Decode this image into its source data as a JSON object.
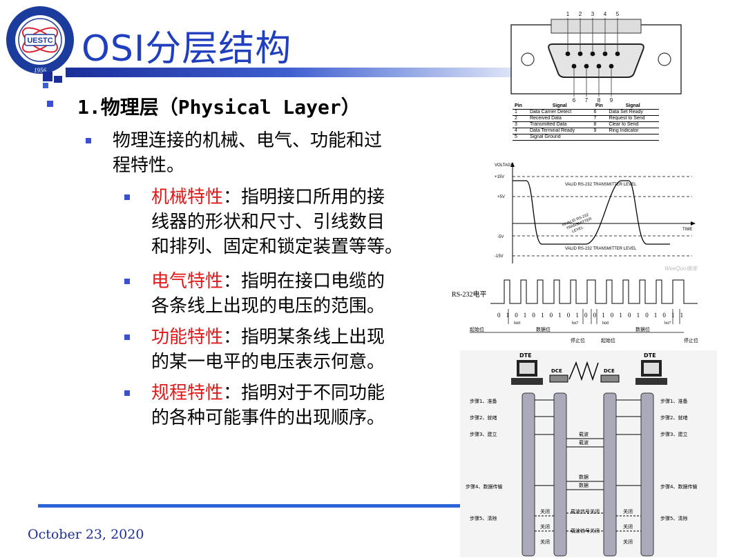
{
  "slide": {
    "title": "OSI分层结构",
    "logo_text": "UESTC",
    "logo_year": "1956",
    "date": "October 23, 2020"
  },
  "content": {
    "level1": "1.物理层（Physical Layer）",
    "level2": [
      "物理连接的机械、电气、功能和过",
      "程特性。"
    ],
    "items": [
      {
        "term": "机械特性",
        "line1": "：指明接口所用的接",
        "line2": "线器的形状和尺寸、引线数目",
        "line3": "和排列、固定和锁定装置等等。"
      },
      {
        "term": "电气特性",
        "line1": "：指明在接口电缆的",
        "line2": "各条线上出现的电压的范围。"
      },
      {
        "term": "功能特性",
        "line1": "：指明某条线上出现",
        "line2": "的某一电平的电压表示何意。"
      },
      {
        "term": "规程特性",
        "line1": "：指明对于不同功能",
        "line2": "的各种可能事件的出现顺序。"
      }
    ]
  },
  "connector_figure": {
    "top_pins": [
      "1",
      "2",
      "3",
      "4",
      "5"
    ],
    "bottom_pins": [
      "6",
      "7",
      "8",
      "9"
    ],
    "table_headers": [
      "Pin",
      "Signal",
      "Pin",
      "Signal"
    ],
    "rows": [
      [
        "1",
        "Data Carrier Detect",
        "6",
        "Data Set Ready"
      ],
      [
        "2",
        "Received Data",
        "7",
        "Request to Send"
      ],
      [
        "3",
        "Transmitted Data",
        "8",
        "Clear to Send"
      ],
      [
        "4",
        "Data Terminal Ready",
        "9",
        "Ring Indicator"
      ],
      [
        "5",
        "Signal Ground",
        "",
        ""
      ]
    ]
  },
  "voltage_figure": {
    "ylabel": "VOLTAGE",
    "xlabel": "TIME",
    "ticks": [
      "+15V",
      "+5V",
      "-5V",
      "-15V"
    ],
    "valid_label": "VALID RS-232 TRANSMITTER LEVEL",
    "invalid_label": [
      "INVALID RS-232",
      "TRANSMITTER",
      "LEVEL"
    ],
    "watermark": "WeeQoo维库"
  },
  "signal_figure": {
    "label": "RS-232电平",
    "bits": [
      "0",
      "1",
      "0",
      "1",
      "0",
      "1",
      "0",
      "1",
      "0",
      "1",
      "0",
      "0",
      "1",
      "0",
      "1",
      "0",
      "1",
      "0",
      "1",
      "0",
      "1",
      "1"
    ],
    "bit0_label": "bit0",
    "bit7_label": "bit7",
    "start_label": "起始位",
    "data_label": "数据位",
    "stop_label": "停止位"
  },
  "handshake_figure": {
    "dte": "DTE",
    "dce": "DCE",
    "left_steps": [
      "步骤1、准备",
      "步骤2、就绪",
      "步骤3、建立",
      "步骤4、数据传输",
      "步骤5、清除"
    ],
    "right_steps": [
      "步骤1、准备",
      "步骤2、就绪",
      "步骤3、建立",
      "步骤4、数据传输",
      "步骤5、清除"
    ],
    "carrier": "载波",
    "data": "数据",
    "close": "关闭",
    "carrier_close": "载波信号关闭"
  },
  "colors": {
    "title": "#1f3fbf",
    "bullet": "#3b4fcf",
    "term": "#e21818",
    "rule": "#2b63d8"
  }
}
